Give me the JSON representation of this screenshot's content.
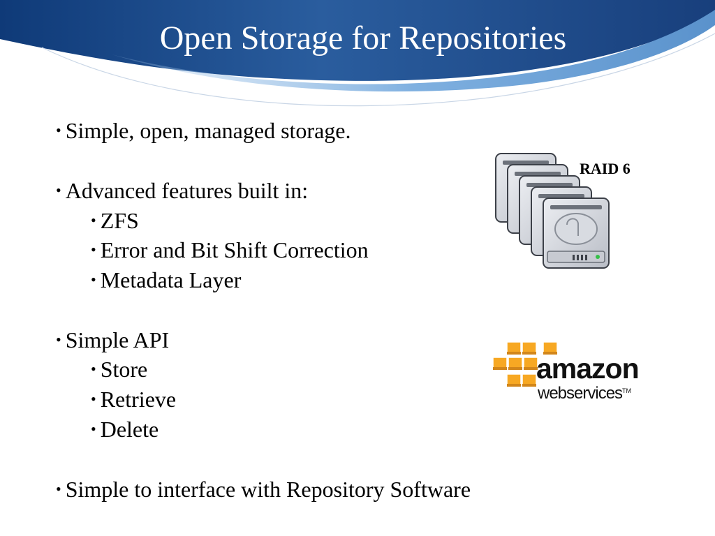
{
  "slide": {
    "title": "Open Storage for Repositories",
    "bullet_char": "•",
    "bullets": [
      "Simple, open, managed storage.",
      "Advanced features built in:",
      "ZFS",
      "Error and Bit Shift Correction",
      "Metadata Layer",
      "Simple API",
      "Store",
      "Retrieve",
      "Delete",
      "Simple to interface with Repository Software"
    ]
  },
  "raid_image": {
    "label": "RAID 6",
    "icon": "hard-drive-stack-icon"
  },
  "aws_logo": {
    "icon": "aws-cubes-icon",
    "word": "amazon",
    "subword": "webservices",
    "trademark": "TM",
    "cube_color": "#f7a823"
  },
  "colors": {
    "banner_dark": "#1b4b8a",
    "banner_light": "#6fa6d8",
    "title_text": "#ffffff",
    "body_text": "#000000"
  }
}
